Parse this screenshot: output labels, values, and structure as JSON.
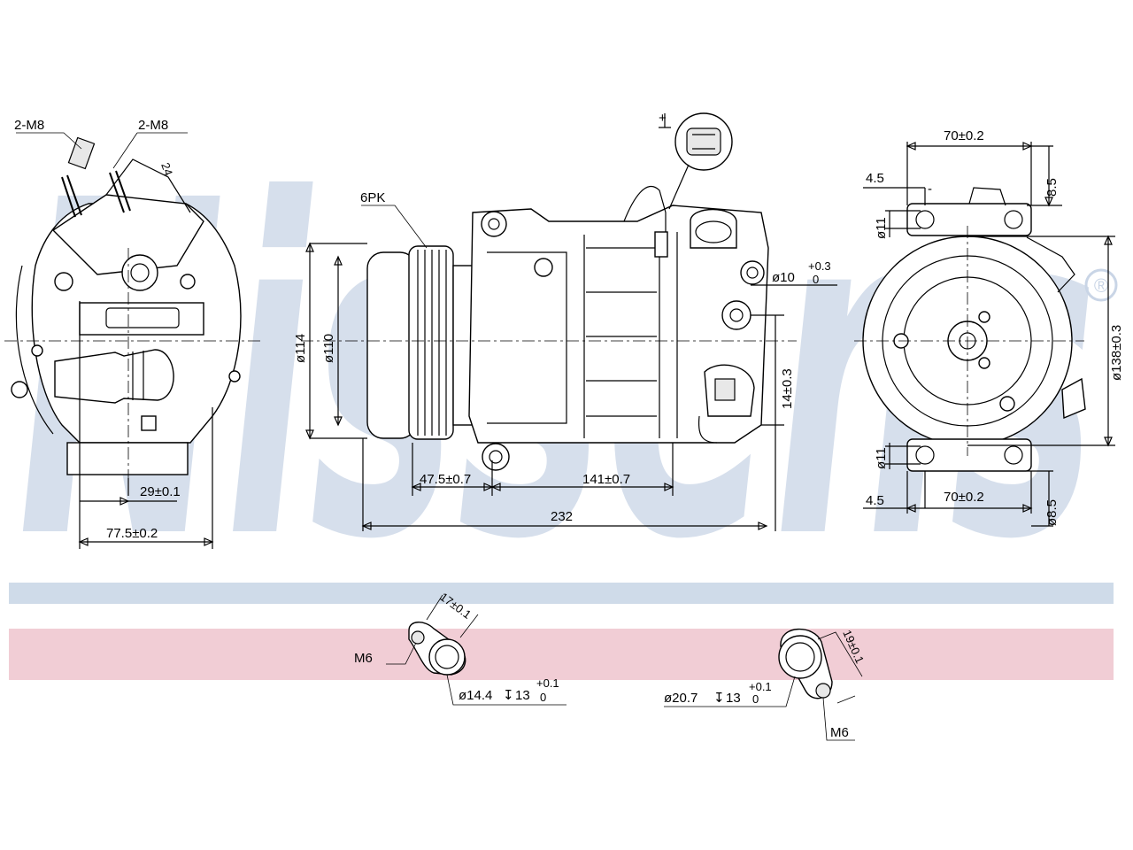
{
  "brand": {
    "watermark": "Nissens",
    "registered_mark": "®",
    "watermark_color": "#c9d5e6"
  },
  "bands": {
    "blue_color": "#cfdbe9",
    "pink_color": "#f1cdd5"
  },
  "left_view": {
    "bolt_label_left": "2-M8",
    "bolt_label_right": "2-M8",
    "angle_label": "24",
    "dim_offset": "29±0.1",
    "dim_width": "77.5±0.2"
  },
  "front_view": {
    "pulley_label": "6PK",
    "plus_label": "+",
    "dia_outer": "ø114",
    "dia_pulley": "ø110",
    "hole_dia_main": "ø10",
    "hole_dia_tol_upper": "+0.3",
    "hole_dia_tol_lower": "0",
    "side_dim": "14±0.3",
    "dim_pulley_offset": "47.5±0.7",
    "dim_mount_span": "141±0.7",
    "dim_total": "232"
  },
  "right_view": {
    "dim_top_width": "70±0.2",
    "dim_top_left": "4.5",
    "dim_top_right": "8.5",
    "dim_top_hole": "ø11",
    "minus_label": "-",
    "dim_body_dia": "ø138±0.3",
    "dim_bottom_hole": "ø11",
    "dim_bottom_left": "4.5",
    "dim_bottom_width": "70±0.2",
    "dim_bottom_right": "ø8.5"
  },
  "ports": {
    "left_thread": "M6",
    "left_angle": "17±0.1",
    "left_spec_main": "ø14.4",
    "left_spec_depth": "13",
    "left_tol_upper": "+0.1",
    "left_tol_lower": "0",
    "right_thread": "M6",
    "right_angle": "19±0.1",
    "right_spec_main": "ø20.7",
    "right_spec_depth": "13",
    "right_tol_upper": "+0.1",
    "right_tol_lower": "0"
  }
}
